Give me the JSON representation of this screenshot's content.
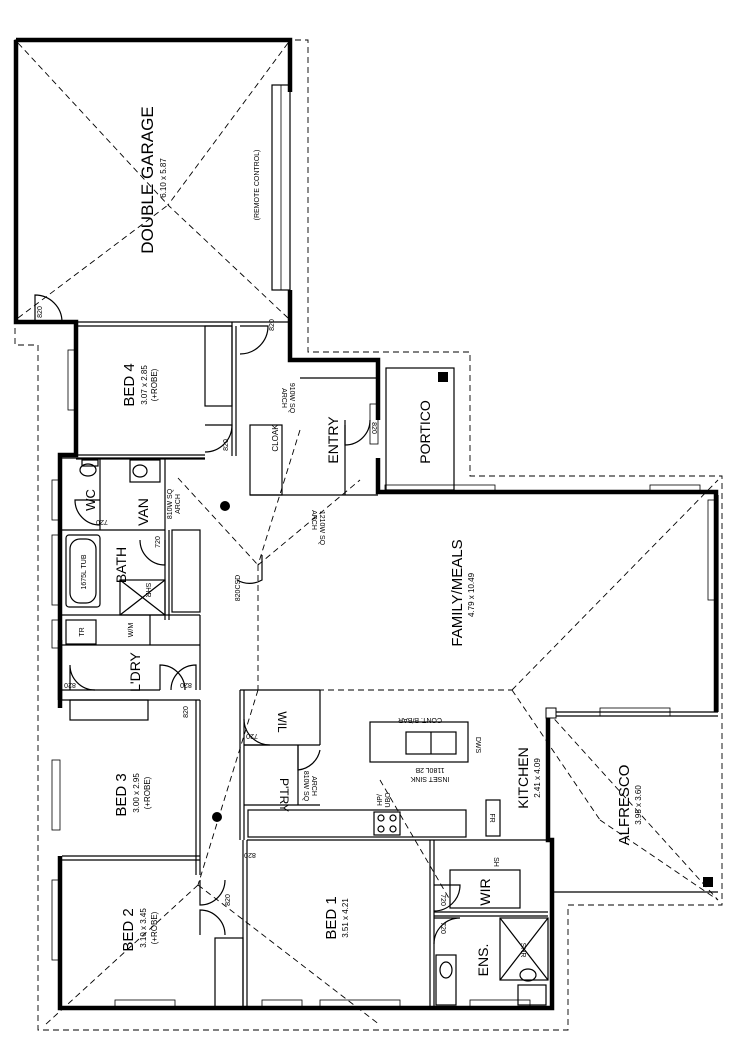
{
  "rooms": {
    "garage": {
      "name": "DOUBLE GARAGE",
      "size": "6.10 x 5.87",
      "note": "(REMOTE CONTROL)"
    },
    "bed4": {
      "name": "BED 4",
      "size": "3.07 x 2.85",
      "robe": "(+ROBE)"
    },
    "cloak": {
      "name": "CLOAK"
    },
    "entry": {
      "name": "ENTRY"
    },
    "portico": {
      "name": "PORTICO"
    },
    "wc": {
      "name": "WC"
    },
    "van": {
      "name": "VAN"
    },
    "bath": {
      "name": "BATH",
      "tub": "1675L TUB",
      "shr": "SHR"
    },
    "family": {
      "name": "FAMILY/MEALS",
      "size": "4.79 x 10.49"
    },
    "ldry": {
      "name": "L'DRY",
      "tr": "TR",
      "wm": "W/M"
    },
    "wil": {
      "name": "WIL"
    },
    "ptry": {
      "name": "P'TRY"
    },
    "bed3": {
      "name": "BED 3",
      "size": "3.00 x 2.95",
      "robe": "(+ROBE)"
    },
    "kitchen": {
      "name": "KITCHEN",
      "size": "2.41 x 4.09",
      "bar": "CONT. B/BAR",
      "sink1": "1180L 2B",
      "sink2": "INSET SINK",
      "dws": "DWS",
      "hp": "HP/",
      "ubo": "UBO",
      "fr": "FR"
    },
    "alfresco": {
      "name": "ALFRESCO",
      "size": "3.95 x 3.60"
    },
    "bed2": {
      "name": "BED 2",
      "size": "3.10 x 3.45",
      "robe": "(+ROBE)"
    },
    "bed1": {
      "name": "BED 1",
      "size": "3.51 x 4.21"
    },
    "wir": {
      "name": "WIR",
      "sh": "SH"
    },
    "ens": {
      "name": "ENS.",
      "shr": "SHR"
    }
  },
  "dims": {
    "d820_garage": "820",
    "d820_bed4": "820",
    "d820_bed4b": "820",
    "d820_entry": "820",
    "arch_910_a": "910W SQ",
    "arch_910_b": "ARCH",
    "arch_1210_a": "1210W SQ",
    "arch_1210_b": "ARCH",
    "d720_wc": "720",
    "d720_bath": "720",
    "arch_van_a": "810W SQ",
    "arch_van_b": "ARCH",
    "csd": "820CSD",
    "d820_ldry_a": "820",
    "d820_ldry_b": "820",
    "d820_ldry_c": "820",
    "d720_wil": "720",
    "arch_ptry_a": "810W SQ",
    "arch_ptry_b": "ARCH",
    "d820_bed2": "820",
    "d820_bed2b": "820",
    "d720_wir": "720",
    "d720_ens": "720"
  }
}
